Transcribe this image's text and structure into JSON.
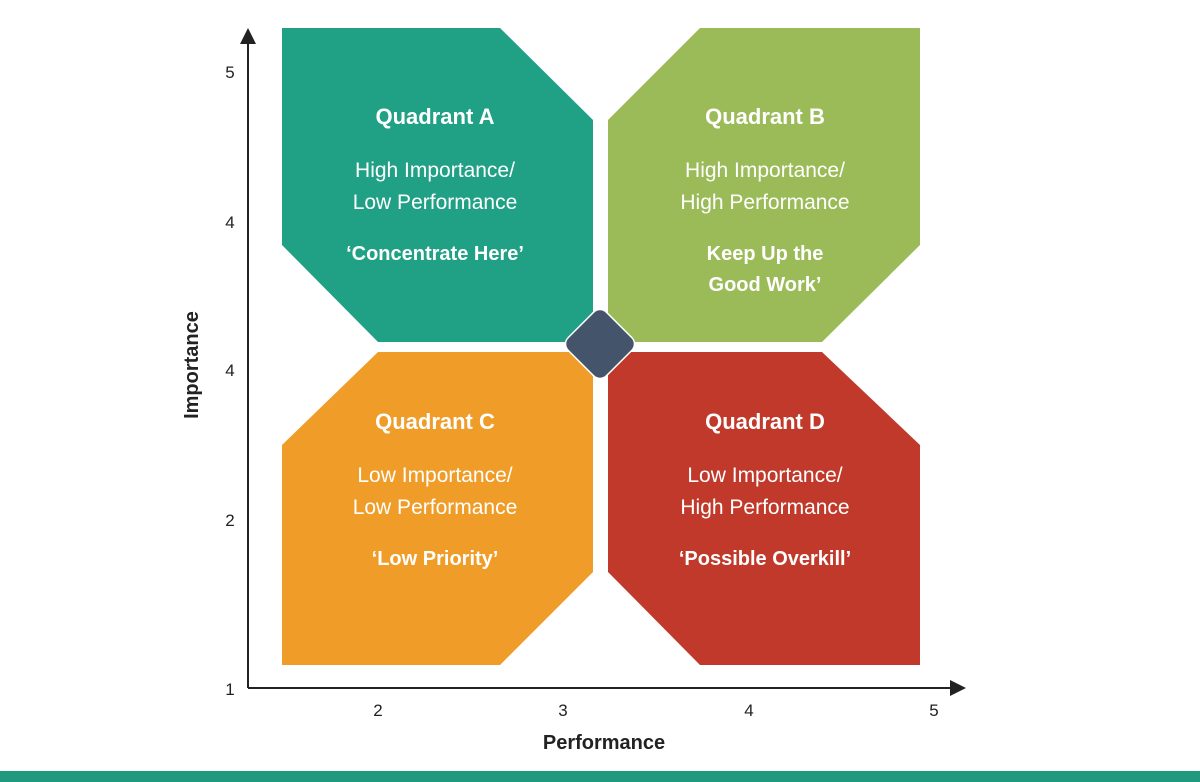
{
  "axes": {
    "x_title": "Performance",
    "y_title": "Importance",
    "x_ticks": [
      "2",
      "3",
      "4",
      "5"
    ],
    "y_ticks": [
      "5",
      "4",
      "4",
      "2",
      "1"
    ]
  },
  "quadrants": [
    {
      "id": "a",
      "title": "Quadrant A",
      "line1": "High Importance/",
      "line2": "Low Performance",
      "motto1": "‘Concentrate Here’",
      "motto2": "",
      "color": "#20a085"
    },
    {
      "id": "b",
      "title": "Quadrant B",
      "line1": "High Importance/",
      "line2": "High Performance",
      "motto1": "Keep Up the",
      "motto2": "Good Work’",
      "color": "#9bbb59"
    },
    {
      "id": "c",
      "title": "Quadrant C",
      "line1": "Low Importance/",
      "line2": "Low Performance",
      "motto1": "‘Low Priority’",
      "motto2": "",
      "color": "#f09c28"
    },
    {
      "id": "d",
      "title": "Quadrant D",
      "line1": "Low Importance/",
      "line2": "High Performance",
      "motto1": "‘Possible Overkill’",
      "motto2": "",
      "color": "#c0392b"
    }
  ],
  "center_color": "#44546a",
  "axis_color": "#222222",
  "band_color": "#1f9a7e"
}
